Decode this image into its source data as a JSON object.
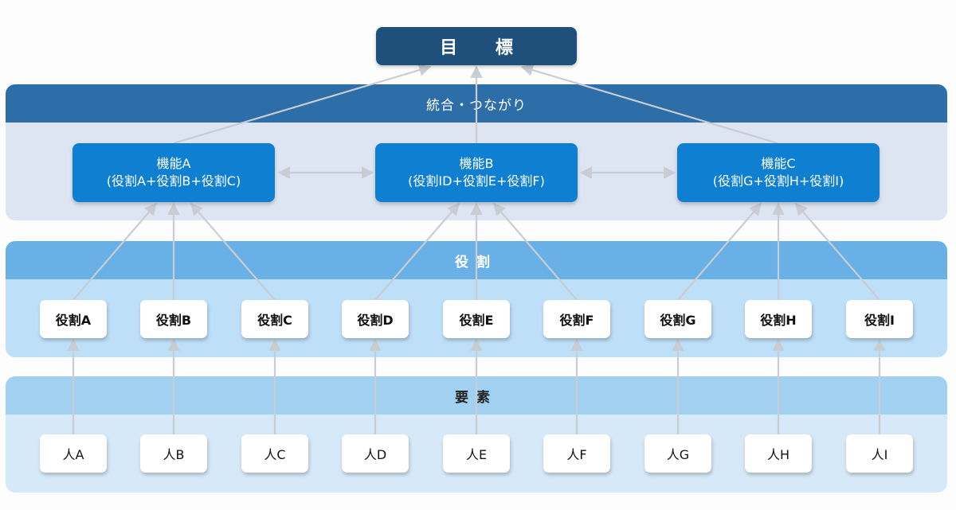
{
  "goal": {
    "label": "目 標"
  },
  "bands": {
    "integration": {
      "label": "統合・つながり"
    },
    "roles": {
      "label": "役割"
    },
    "elements": {
      "label": "要素"
    }
  },
  "functions": [
    {
      "title": "機能A",
      "subtitle": "(役割A+役割B+役割C)"
    },
    {
      "title": "機能B",
      "subtitle": "(役割ID+役割E+役割F)"
    },
    {
      "title": "機能C",
      "subtitle": "(役割G+役割H+役割I)"
    }
  ],
  "roles": [
    "役割A",
    "役割B",
    "役割C",
    "役割D",
    "役割E",
    "役割F",
    "役割G",
    "役割H",
    "役割I"
  ],
  "persons": [
    "人A",
    "人B",
    "人C",
    "人D",
    "人E",
    "人F",
    "人G",
    "人H",
    "人I"
  ],
  "colors": {
    "goal": "#1f4f7b",
    "integration_header": "#2e6ea8",
    "function_box": "#0f7fd2",
    "roles_header": "#68b0e6",
    "elements_header": "#a2d0f1",
    "connector": "#c8cdd3"
  }
}
